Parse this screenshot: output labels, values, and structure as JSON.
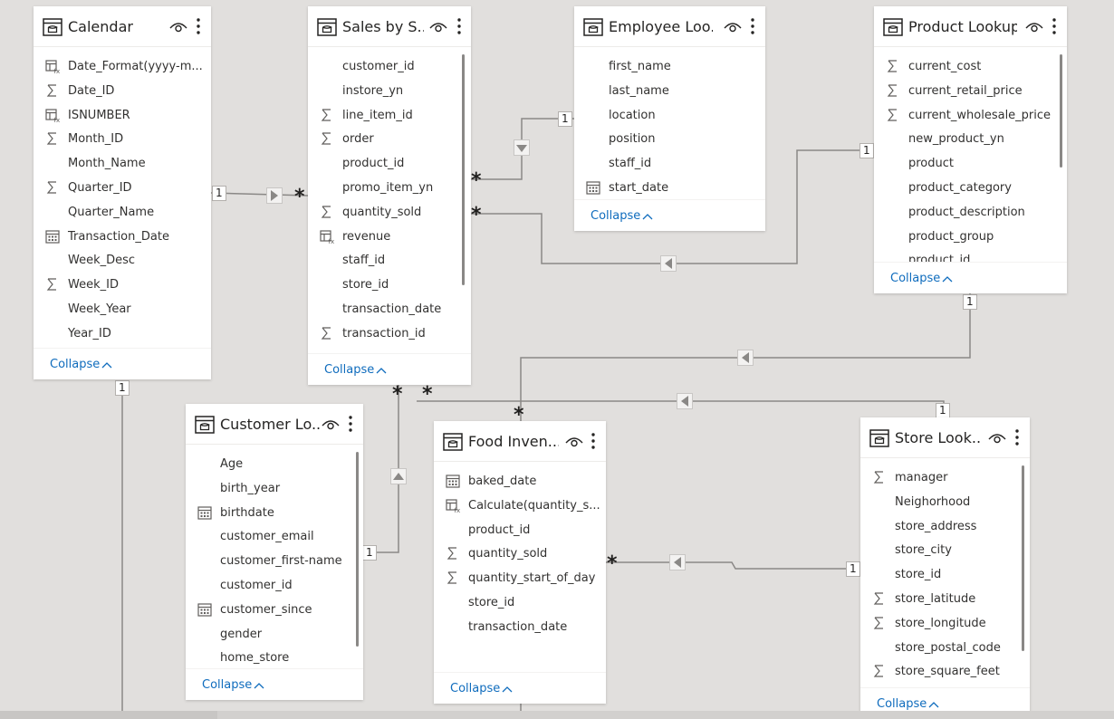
{
  "tables": {
    "calendar": {
      "title": "Calendar",
      "collapse_label": "Collapse",
      "fields": [
        {
          "name": "Date_Format(yyyy-m...",
          "icon": "calculated-column-icon"
        },
        {
          "name": "Date_ID",
          "icon": "sigma-icon"
        },
        {
          "name": "ISNUMBER",
          "icon": "calculated-column-icon"
        },
        {
          "name": "Month_ID",
          "icon": "sigma-icon"
        },
        {
          "name": "Month_Name",
          "icon": "none"
        },
        {
          "name": "Quarter_ID",
          "icon": "sigma-icon"
        },
        {
          "name": "Quarter_Name",
          "icon": "none"
        },
        {
          "name": "Transaction_Date",
          "icon": "calendar-icon"
        },
        {
          "name": "Week_Desc",
          "icon": "none"
        },
        {
          "name": "Week_ID",
          "icon": "sigma-icon"
        },
        {
          "name": "Week_Year",
          "icon": "none"
        },
        {
          "name": "Year_ID",
          "icon": "none"
        }
      ]
    },
    "sales": {
      "title": "Sales by S...",
      "collapse_label": "Collapse",
      "fields": [
        {
          "name": "customer_id",
          "icon": "none"
        },
        {
          "name": "instore_yn",
          "icon": "none"
        },
        {
          "name": "line_item_id",
          "icon": "sigma-icon"
        },
        {
          "name": "order",
          "icon": "sigma-icon"
        },
        {
          "name": "product_id",
          "icon": "none"
        },
        {
          "name": "promo_item_yn",
          "icon": "none"
        },
        {
          "name": "quantity_sold",
          "icon": "sigma-icon"
        },
        {
          "name": "revenue",
          "icon": "calculated-column-icon"
        },
        {
          "name": "staff_id",
          "icon": "none"
        },
        {
          "name": "store_id",
          "icon": "none"
        },
        {
          "name": "transaction_date",
          "icon": "none"
        },
        {
          "name": "transaction_id",
          "icon": "sigma-icon"
        }
      ]
    },
    "employee": {
      "title": "Employee Loo...",
      "collapse_label": "Collapse",
      "fields": [
        {
          "name": "first_name",
          "icon": "none"
        },
        {
          "name": "last_name",
          "icon": "none"
        },
        {
          "name": "location",
          "icon": "none"
        },
        {
          "name": "position",
          "icon": "none"
        },
        {
          "name": "staff_id",
          "icon": "none"
        },
        {
          "name": "start_date",
          "icon": "calendar-icon"
        }
      ]
    },
    "product": {
      "title": "Product Lookup",
      "collapse_label": "Collapse",
      "fields": [
        {
          "name": "current_cost",
          "icon": "sigma-icon"
        },
        {
          "name": "current_retail_price",
          "icon": "sigma-icon"
        },
        {
          "name": "current_wholesale_price",
          "icon": "sigma-icon"
        },
        {
          "name": "new_product_yn",
          "icon": "none"
        },
        {
          "name": "product",
          "icon": "none"
        },
        {
          "name": "product_category",
          "icon": "none"
        },
        {
          "name": "product_description",
          "icon": "none"
        },
        {
          "name": "product_group",
          "icon": "none"
        },
        {
          "name": "product_id",
          "icon": "none"
        }
      ]
    },
    "customer": {
      "title": "Customer Lo...",
      "collapse_label": "Collapse",
      "fields": [
        {
          "name": "Age",
          "icon": "none"
        },
        {
          "name": "birth_year",
          "icon": "none"
        },
        {
          "name": "birthdate",
          "icon": "calendar-icon"
        },
        {
          "name": "customer_email",
          "icon": "none"
        },
        {
          "name": "customer_first-name",
          "icon": "none"
        },
        {
          "name": "customer_id",
          "icon": "none"
        },
        {
          "name": "customer_since",
          "icon": "calendar-icon"
        },
        {
          "name": "gender",
          "icon": "none"
        },
        {
          "name": "home_store",
          "icon": "none"
        }
      ]
    },
    "food": {
      "title": "Food Inven...",
      "collapse_label": "Collapse",
      "fields": [
        {
          "name": "baked_date",
          "icon": "calendar-icon"
        },
        {
          "name": "Calculate(quantity_s...",
          "icon": "calculated-column-icon"
        },
        {
          "name": "product_id",
          "icon": "none"
        },
        {
          "name": "quantity_sold",
          "icon": "sigma-icon"
        },
        {
          "name": "quantity_start_of_day",
          "icon": "sigma-icon"
        },
        {
          "name": "store_id",
          "icon": "none"
        },
        {
          "name": "transaction_date",
          "icon": "none"
        }
      ]
    },
    "store": {
      "title": "Store Look...",
      "collapse_label": "Collapse",
      "fields": [
        {
          "name": "manager",
          "icon": "sigma-icon"
        },
        {
          "name": "Neighorhood",
          "icon": "none"
        },
        {
          "name": "store_address",
          "icon": "none"
        },
        {
          "name": "store_city",
          "icon": "none"
        },
        {
          "name": "store_id",
          "icon": "none"
        },
        {
          "name": "store_latitude",
          "icon": "sigma-icon"
        },
        {
          "name": "store_longitude",
          "icon": "sigma-icon"
        },
        {
          "name": "store_postal_code",
          "icon": "none"
        },
        {
          "name": "store_square_feet",
          "icon": "sigma-icon"
        }
      ]
    }
  },
  "relationships": {
    "one": "1",
    "many": "*"
  },
  "colors": {
    "canvas": "#e1dfdd",
    "link": "#0f6cbd",
    "line": "#8a8886"
  }
}
